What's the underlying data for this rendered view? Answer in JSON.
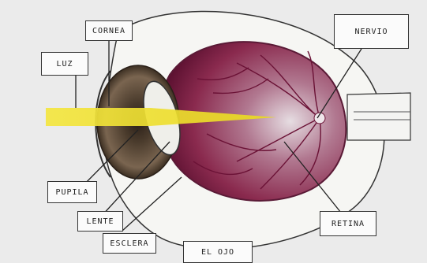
{
  "diagram": {
    "labels": {
      "cornea": "CORNEA",
      "nervio": "NERVIO",
      "luz": "LUZ",
      "pupila": "PUPILA",
      "lente": "LENTE",
      "esclera": "ESCLERA",
      "retina": "RETINA",
      "title": "EL OJO"
    },
    "colors": {
      "light_beam": "#f2e33a",
      "retina_fill": "#8a2a4e",
      "retina_veins": "#6b1236",
      "iris": "#6e5a45",
      "sclera": "#f4f4f0",
      "outline": "#333333"
    }
  }
}
